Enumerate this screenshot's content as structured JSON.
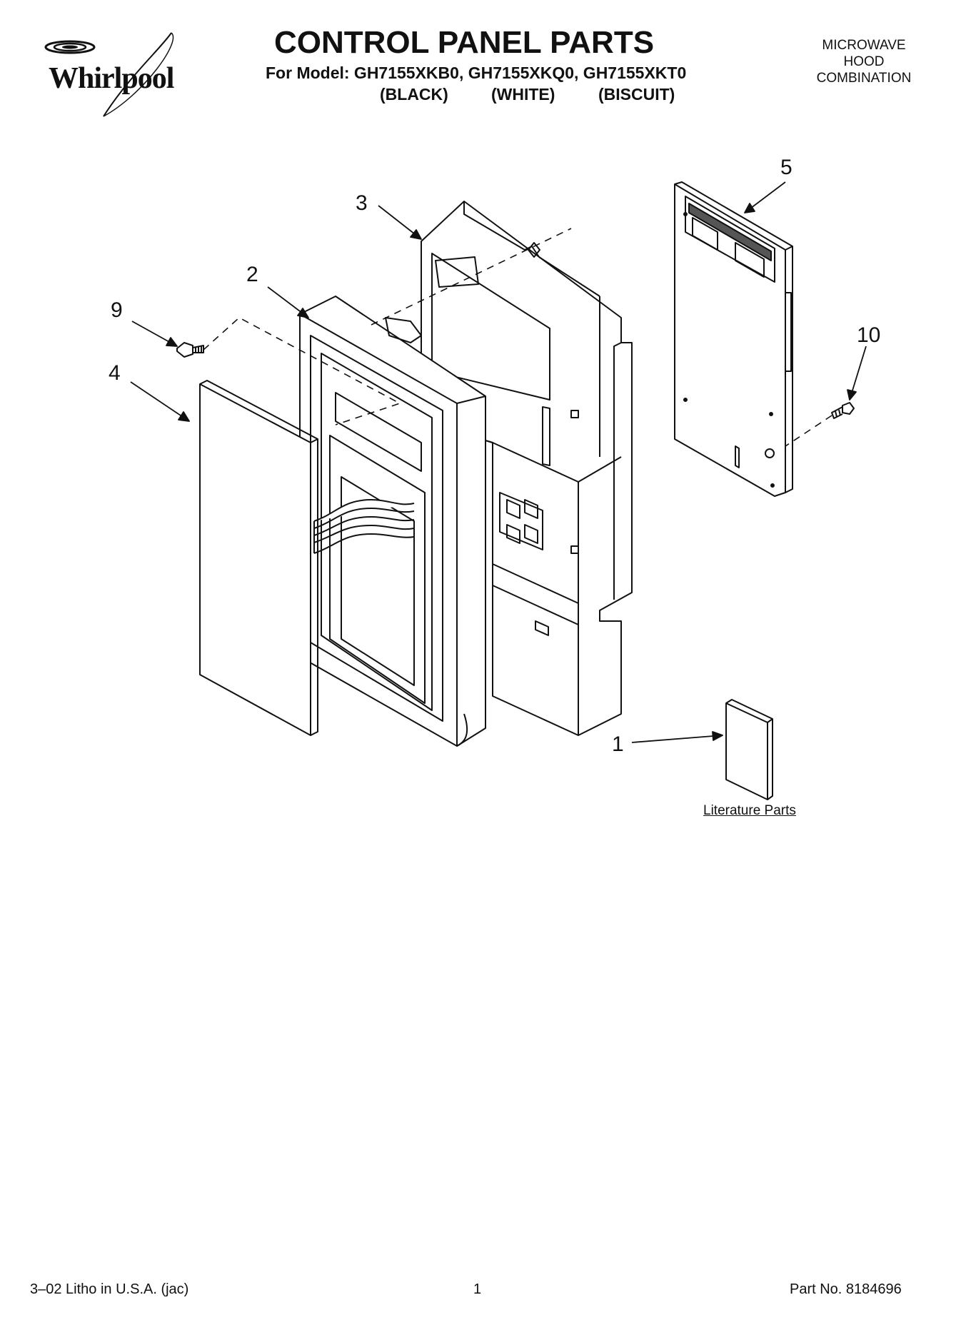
{
  "brand": "Whirlpool",
  "header": {
    "title": "CONTROL PANEL PARTS",
    "model_line": "For Model: GH7155XKB0, GH7155XKQ0, GH7155XKT0",
    "colors": [
      "(BLACK)",
      "(WHITE)",
      "(BISCUIT)"
    ],
    "product_type": [
      "MICROWAVE",
      "HOOD",
      "COMBINATION"
    ]
  },
  "callouts": {
    "c1": "1",
    "c2": "2",
    "c3": "3",
    "c4": "4",
    "c5": "5",
    "c9": "9",
    "c10": "10"
  },
  "literature_label": "Literature Parts",
  "footer": {
    "litho": "3–02 Litho in U.S.A. (jac)",
    "page": "1",
    "part_no": "Part No. 8184696"
  }
}
